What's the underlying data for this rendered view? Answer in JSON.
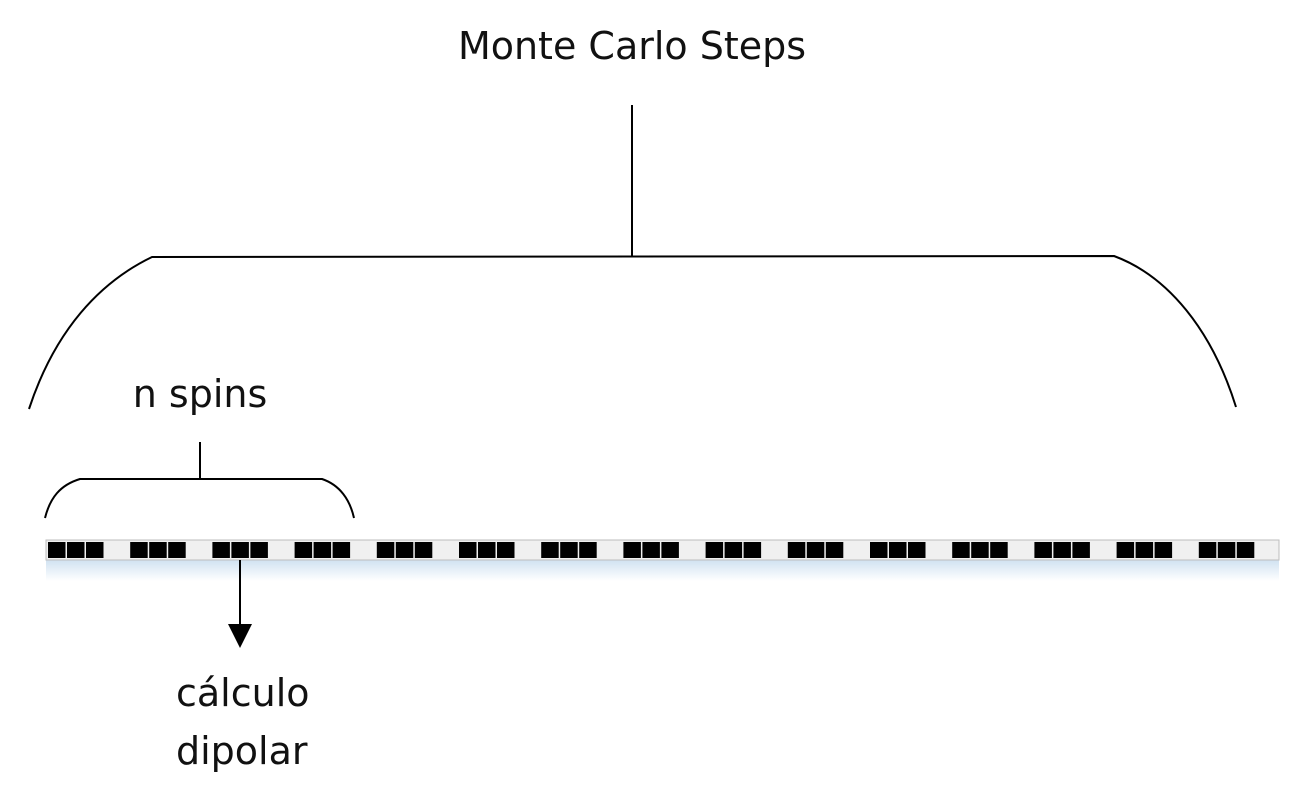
{
  "diagram": {
    "title": "Monte Carlo Steps",
    "group_label": "n spins",
    "result_label_line1": "cálculo",
    "result_label_line2": "dipolar",
    "block_count": 15,
    "spins_per_block": 3,
    "colors": {
      "spin": "#000000",
      "gap": "#f0f0f0",
      "line": "#000000",
      "shadow": "#c9ddef"
    }
  }
}
